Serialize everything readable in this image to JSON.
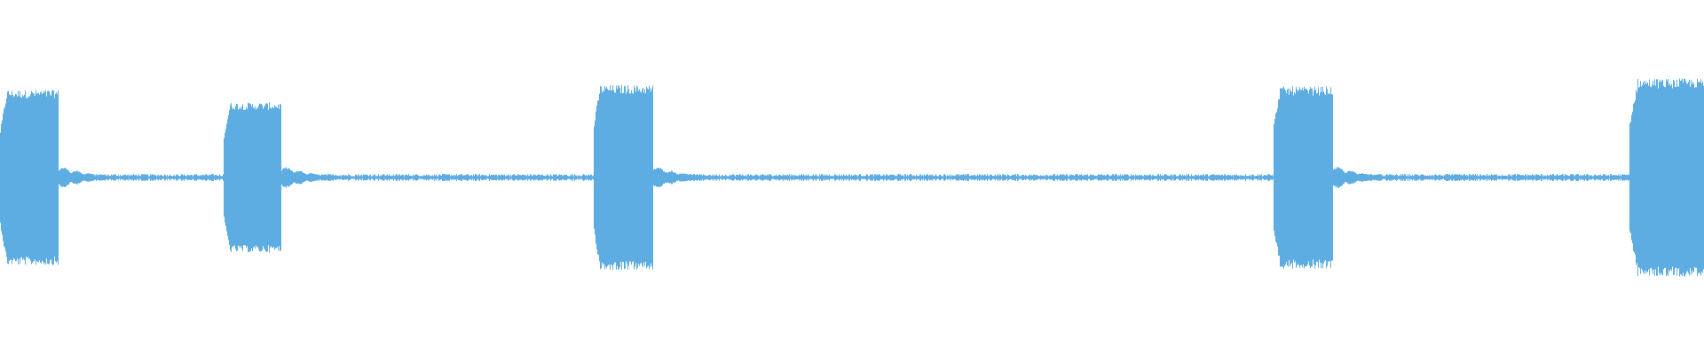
{
  "waveform": {
    "color": "#5dade2",
    "background": "#ffffff",
    "bursts": [
      {
        "start": 0.0,
        "end": 0.034,
        "peak": 0.55
      },
      {
        "start": 0.131,
        "end": 0.165,
        "peak": 0.47
      },
      {
        "start": 0.348,
        "end": 0.383,
        "peak": 0.58
      },
      {
        "start": 0.747,
        "end": 0.782,
        "peak": 0.57
      },
      {
        "start": 0.956,
        "end": 1.0,
        "peak": 0.62
      }
    ],
    "noise_floor": 0.015
  }
}
